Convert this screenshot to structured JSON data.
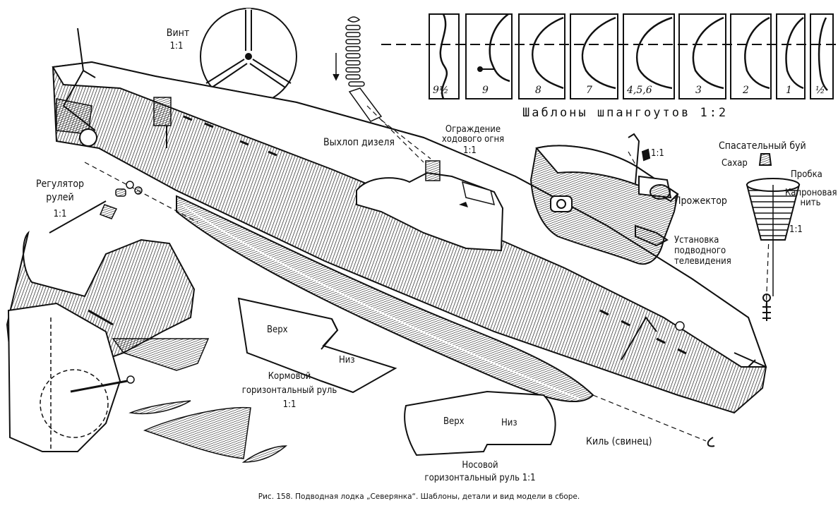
{
  "figure": {
    "caption": "Рис. 158. Подводная лодка „Северянка“. Шаблоны, детали и вид модели в сборе."
  },
  "labels": {
    "propeller_title": "Винт",
    "propeller_scale": "1:1",
    "rudder_reg_l1": "Регулятор",
    "rudder_reg_l2": "рулей",
    "rudder_reg_scale": "1:1",
    "diesel_exhaust": "Выхлоп дизеля",
    "nav_light_l1": "Ограждение",
    "nav_light_l2": "ходового огня",
    "nav_light_scale": "1:1",
    "detail_scale": "1:1",
    "searchlight": "Прожектор",
    "tv_l1": "Установка",
    "tv_l2": "подводного",
    "tv_l3": "телевидения",
    "buoy_title": "Спасательный буй",
    "sugar": "Сахар",
    "cork": "Пробка",
    "thread_l1": "Капроновая",
    "thread_l2": "нить",
    "buoy_scale": "1:1",
    "stern_top": "Верх",
    "stern_bottom": "Низ",
    "stern_l1": "Кормовой",
    "stern_l2": "горизонтальный руль",
    "stern_scale": "1:1",
    "bow_top": "Верх",
    "bow_bottom": "Низ",
    "bow_l1": "Носовой",
    "bow_l2": "горизонтальный руль 1:1",
    "keel": "Киль (свинец)"
  },
  "templates": {
    "title": "Шаблоны шпангоутов 1:2",
    "frames": [
      "9½",
      "9",
      "8",
      "7",
      "4,5,6",
      "3",
      "2",
      "1",
      "½"
    ]
  }
}
